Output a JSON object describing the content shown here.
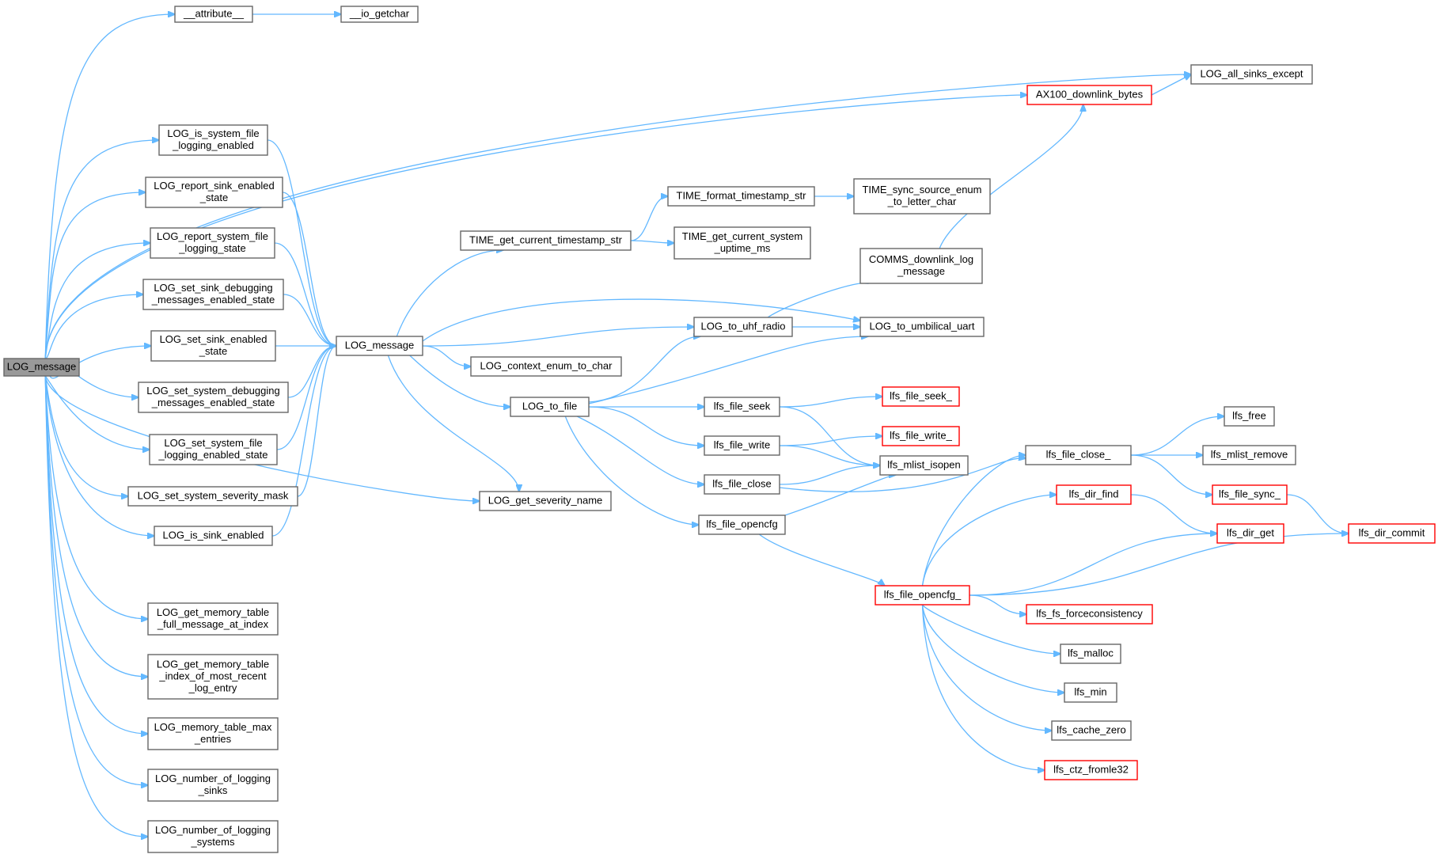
{
  "colors": {
    "edge": "#63b8ff",
    "node_border": "#666666",
    "node_border_truncated": "#ff0000",
    "root_fill": "#999999",
    "background": "#ffffff"
  },
  "nodes": [
    {
      "id": "root",
      "lines": [
        "LOG_message"
      ],
      "style": "root"
    },
    {
      "id": "attribute",
      "lines": [
        "__attribute__"
      ]
    },
    {
      "id": "io_getchar",
      "lines": [
        "__io_getchar"
      ]
    },
    {
      "id": "all_sinks_except",
      "lines": [
        "LOG_all_sinks_except"
      ]
    },
    {
      "id": "ax100",
      "lines": [
        "AX100_downlink_bytes"
      ],
      "style": "red"
    },
    {
      "id": "is_sys_file",
      "lines": [
        "LOG_is_system_file",
        "_logging_enabled"
      ]
    },
    {
      "id": "rep_sink",
      "lines": [
        "LOG_report_sink_enabled",
        "_state"
      ]
    },
    {
      "id": "rep_sys_file",
      "lines": [
        "LOG_report_system_file",
        "_logging_state"
      ]
    },
    {
      "id": "set_sink_dbg",
      "lines": [
        "LOG_set_sink_debugging",
        "_messages_enabled_state"
      ]
    },
    {
      "id": "set_sink_en",
      "lines": [
        "LOG_set_sink_enabled",
        "_state"
      ]
    },
    {
      "id": "set_sys_dbg",
      "lines": [
        "LOG_set_system_debugging",
        "_messages_enabled_state"
      ]
    },
    {
      "id": "set_sys_file",
      "lines": [
        "LOG_set_system_file",
        "_logging_enabled_state"
      ]
    },
    {
      "id": "set_sev_mask",
      "lines": [
        "LOG_set_system_severity_mask"
      ]
    },
    {
      "id": "is_sink_en",
      "lines": [
        "LOG_is_sink_enabled"
      ]
    },
    {
      "id": "mem_full",
      "lines": [
        "LOG_get_memory_table",
        "_full_message_at_index"
      ]
    },
    {
      "id": "mem_idx",
      "lines": [
        "LOG_get_memory_table",
        "_index_of_most_recent",
        "_log_entry"
      ]
    },
    {
      "id": "mem_max",
      "lines": [
        "LOG_memory_table_max",
        "_entries"
      ]
    },
    {
      "id": "num_sinks",
      "lines": [
        "LOG_number_of_logging",
        "_sinks"
      ]
    },
    {
      "id": "num_systems",
      "lines": [
        "LOG_number_of_logging",
        "_systems"
      ]
    },
    {
      "id": "log_msg2",
      "lines": [
        "LOG_message"
      ]
    },
    {
      "id": "ts_str",
      "lines": [
        "TIME_get_current_timestamp_str"
      ]
    },
    {
      "id": "fmt_ts",
      "lines": [
        "TIME_format_timestamp_str"
      ]
    },
    {
      "id": "sync_src",
      "lines": [
        "TIME_sync_source_enum",
        "_to_letter_char"
      ]
    },
    {
      "id": "uptime",
      "lines": [
        "TIME_get_current_system",
        "_uptime_ms"
      ]
    },
    {
      "id": "comms",
      "lines": [
        "COMMS_downlink_log",
        "_message"
      ]
    },
    {
      "id": "uhf",
      "lines": [
        "LOG_to_uhf_radio"
      ]
    },
    {
      "id": "umb",
      "lines": [
        "LOG_to_umbilical_uart"
      ]
    },
    {
      "id": "ctx",
      "lines": [
        "LOG_context_enum_to_char"
      ]
    },
    {
      "id": "to_file",
      "lines": [
        "LOG_to_file"
      ]
    },
    {
      "id": "sev_name",
      "lines": [
        "LOG_get_severity_name"
      ]
    },
    {
      "id": "seek",
      "lines": [
        "lfs_file_seek"
      ]
    },
    {
      "id": "seek_",
      "lines": [
        "lfs_file_seek_"
      ],
      "style": "red"
    },
    {
      "id": "write",
      "lines": [
        "lfs_file_write"
      ]
    },
    {
      "id": "write_",
      "lines": [
        "lfs_file_write_"
      ],
      "style": "red"
    },
    {
      "id": "close",
      "lines": [
        "lfs_file_close"
      ]
    },
    {
      "id": "mlist_isopen",
      "lines": [
        "lfs_mlist_isopen"
      ]
    },
    {
      "id": "opencfg",
      "lines": [
        "lfs_file_opencfg"
      ]
    },
    {
      "id": "opencfg_",
      "lines": [
        "lfs_file_opencfg_"
      ],
      "style": "red"
    },
    {
      "id": "close_",
      "lines": [
        "lfs_file_close_"
      ]
    },
    {
      "id": "free",
      "lines": [
        "lfs_free"
      ]
    },
    {
      "id": "mlist_remove",
      "lines": [
        "lfs_mlist_remove"
      ]
    },
    {
      "id": "sync_",
      "lines": [
        "lfs_file_sync_"
      ],
      "style": "red"
    },
    {
      "id": "dir_find",
      "lines": [
        "lfs_dir_find"
      ],
      "style": "red"
    },
    {
      "id": "dir_get",
      "lines": [
        "lfs_dir_get"
      ],
      "style": "red"
    },
    {
      "id": "dir_commit",
      "lines": [
        "lfs_dir_commit"
      ],
      "style": "red"
    },
    {
      "id": "forcecons",
      "lines": [
        "lfs_fs_forceconsistency"
      ],
      "style": "red"
    },
    {
      "id": "malloc",
      "lines": [
        "lfs_malloc"
      ]
    },
    {
      "id": "min",
      "lines": [
        "lfs_min"
      ]
    },
    {
      "id": "cache_zero",
      "lines": [
        "lfs_cache_zero"
      ]
    },
    {
      "id": "ctz",
      "lines": [
        "lfs_ctz_fromle32"
      ],
      "style": "red"
    }
  ],
  "edges": [
    [
      "root",
      "attribute"
    ],
    [
      "attribute",
      "io_getchar"
    ],
    [
      "root",
      "all_sinks_except"
    ],
    [
      "root",
      "ax100"
    ],
    [
      "ax100",
      "all_sinks_except"
    ],
    [
      "root",
      "is_sys_file"
    ],
    [
      "root",
      "rep_sink"
    ],
    [
      "root",
      "rep_sys_file"
    ],
    [
      "root",
      "set_sink_dbg"
    ],
    [
      "root",
      "set_sink_en"
    ],
    [
      "root",
      "set_sys_dbg"
    ],
    [
      "root",
      "set_sys_file"
    ],
    [
      "root",
      "set_sev_mask"
    ],
    [
      "root",
      "is_sink_en"
    ],
    [
      "root",
      "sev_name"
    ],
    [
      "root",
      "mem_full"
    ],
    [
      "root",
      "mem_idx"
    ],
    [
      "root",
      "mem_max"
    ],
    [
      "root",
      "num_sinks"
    ],
    [
      "root",
      "num_systems"
    ],
    [
      "is_sys_file",
      "log_msg2"
    ],
    [
      "rep_sink",
      "log_msg2"
    ],
    [
      "rep_sys_file",
      "log_msg2"
    ],
    [
      "set_sink_dbg",
      "log_msg2"
    ],
    [
      "set_sink_en",
      "log_msg2"
    ],
    [
      "set_sys_dbg",
      "log_msg2"
    ],
    [
      "set_sys_file",
      "log_msg2"
    ],
    [
      "set_sev_mask",
      "log_msg2"
    ],
    [
      "is_sink_en",
      "log_msg2"
    ],
    [
      "log_msg2",
      "ts_str"
    ],
    [
      "log_msg2",
      "umb"
    ],
    [
      "log_msg2",
      "uhf"
    ],
    [
      "log_msg2",
      "ctx"
    ],
    [
      "log_msg2",
      "to_file"
    ],
    [
      "log_msg2",
      "sev_name"
    ],
    [
      "ts_str",
      "fmt_ts"
    ],
    [
      "ts_str",
      "uptime"
    ],
    [
      "fmt_ts",
      "sync_src"
    ],
    [
      "comms",
      "ax100"
    ],
    [
      "uhf",
      "comms"
    ],
    [
      "uhf",
      "umb"
    ],
    [
      "to_file",
      "uhf"
    ],
    [
      "to_file",
      "umb"
    ],
    [
      "to_file",
      "seek"
    ],
    [
      "to_file",
      "write"
    ],
    [
      "to_file",
      "close"
    ],
    [
      "to_file",
      "opencfg"
    ],
    [
      "seek",
      "seek_"
    ],
    [
      "seek",
      "mlist_isopen"
    ],
    [
      "write",
      "write_"
    ],
    [
      "write",
      "mlist_isopen"
    ],
    [
      "close",
      "mlist_isopen"
    ],
    [
      "close",
      "close_"
    ],
    [
      "opencfg",
      "mlist_isopen"
    ],
    [
      "opencfg",
      "opencfg_"
    ],
    [
      "close_",
      "free"
    ],
    [
      "close_",
      "mlist_remove"
    ],
    [
      "close_",
      "sync_"
    ],
    [
      "sync_",
      "dir_commit"
    ],
    [
      "dir_find",
      "dir_get"
    ],
    [
      "opencfg_",
      "close_"
    ],
    [
      "opencfg_",
      "dir_find"
    ],
    [
      "opencfg_",
      "dir_get"
    ],
    [
      "opencfg_",
      "dir_commit"
    ],
    [
      "opencfg_",
      "forcecons"
    ],
    [
      "opencfg_",
      "malloc"
    ],
    [
      "opencfg_",
      "min"
    ],
    [
      "opencfg_",
      "cache_zero"
    ],
    [
      "opencfg_",
      "ctz"
    ]
  ]
}
